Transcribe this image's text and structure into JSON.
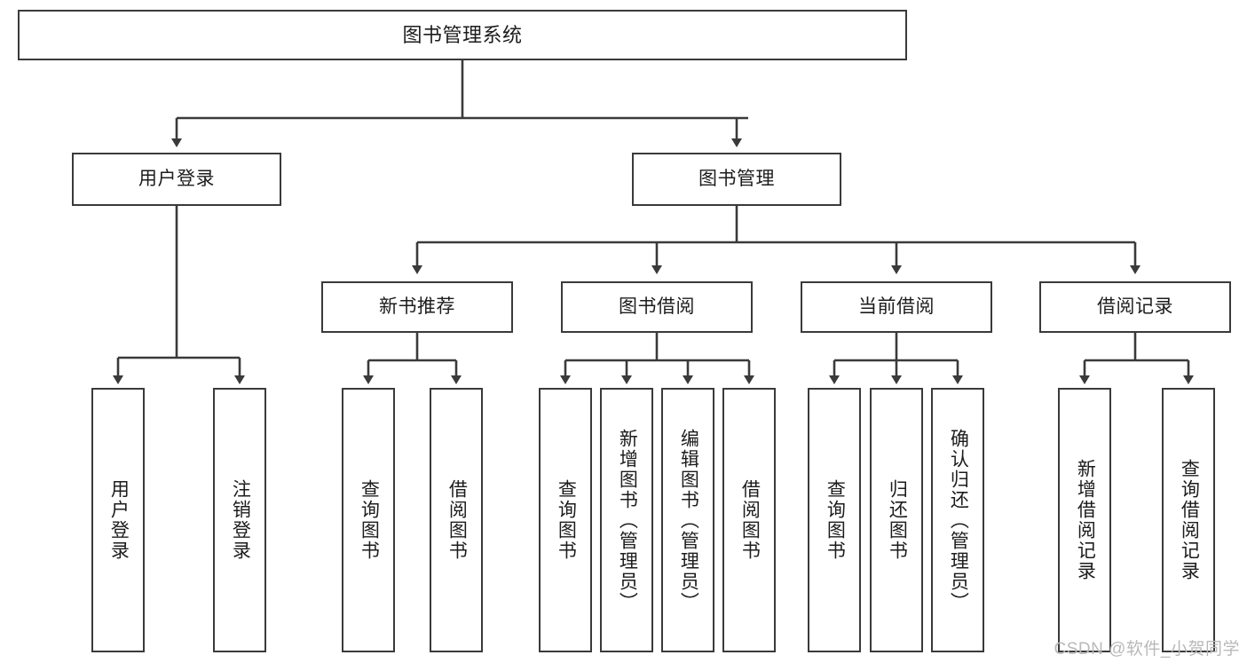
{
  "diagram": {
    "title": "图书管理系统",
    "watermark": "CSDN @软件_小贺同学",
    "line_color": "#3a3a3a",
    "text_color": "#1c1c1c",
    "background": "#ffffff",
    "nodes": {
      "root": "图书管理系统",
      "level2": {
        "user_login": "用户登录",
        "book_manage": "图书管理"
      },
      "level3": {
        "new_book_recommend": "新书推荐",
        "book_borrow": "图书借阅",
        "current_borrow": "当前借阅",
        "borrow_record": "借阅记录"
      },
      "leaves": {
        "user_login_1": "用户登录",
        "user_login_2": "注销登录",
        "recommend_1": "查询图书",
        "recommend_2": "借阅图书",
        "borrow_1": "查询图书",
        "borrow_2": "新增图书（管理员）",
        "borrow_3": "编辑图书（管理员）",
        "borrow_4": "借阅图书",
        "current_1": "查询图书",
        "current_2": "归还图书",
        "current_3": "确认归还（管理员）",
        "record_1": "新增借阅记录",
        "record_2": "查询借阅记录"
      }
    }
  }
}
